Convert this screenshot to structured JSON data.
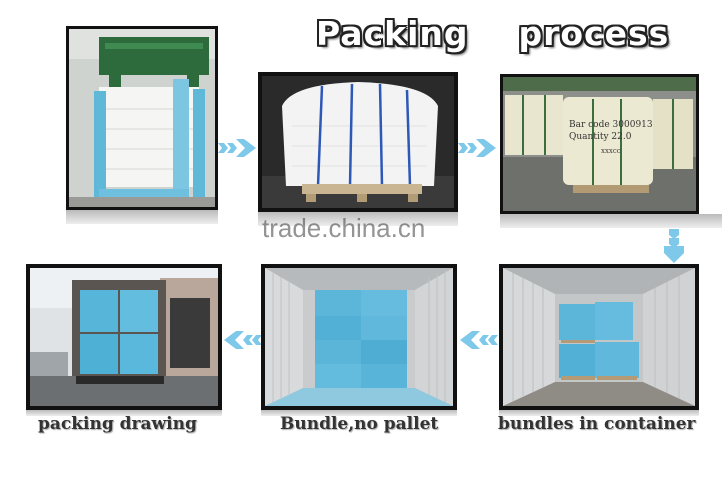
{
  "title": "Packing    process",
  "watermark": "trade.china.cn",
  "captions": {
    "packing_drawing": "packing drawing",
    "bundle_no_pallet": "Bundle,no pallet",
    "bundles_in_container": "bundles in container"
  },
  "bag_label": {
    "line1": "Bar code 3000913",
    "line2": "Quantity 22.0",
    "line3": "xxxcc"
  },
  "colors": {
    "arrow": "#7ec8ea",
    "bag_white": "#f2f2f2",
    "bag_blue": "#5fb8d8",
    "frame": "#111111"
  }
}
